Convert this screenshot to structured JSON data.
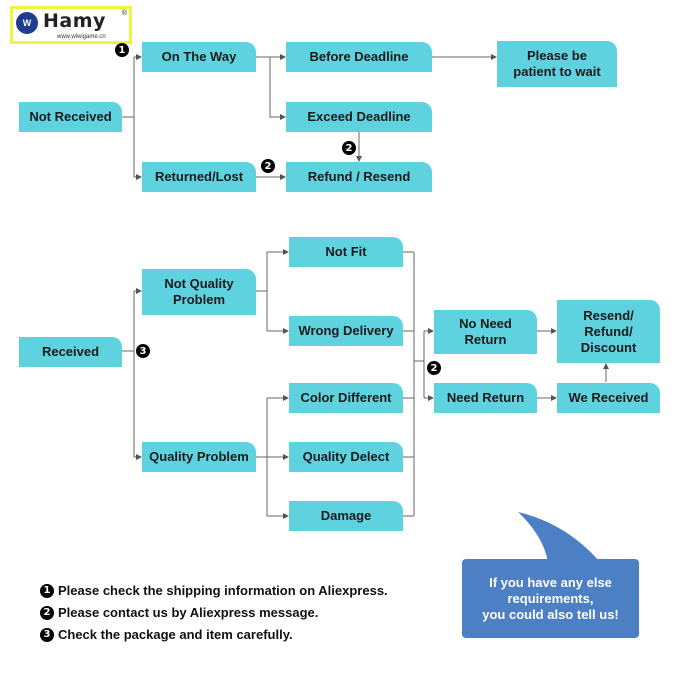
{
  "brand": {
    "name": "Hamy",
    "registered": "®",
    "url": "www.wiwigame.cn",
    "mark": "W"
  },
  "nodes": {
    "not_received": "Not Received",
    "on_the_way": "On The Way",
    "before_deadline": "Before Deadline",
    "be_patient": "Please be\npatient to wait",
    "exceed_deadline": "Exceed Deadline",
    "returned_lost": "Returned/Lost",
    "refund_resend": "Refund / Resend",
    "received": "Received",
    "not_quality_problem": "Not Quality\nProblem",
    "quality_problem": "Quality Problem",
    "not_fit": "Not Fit",
    "wrong_delivery": "Wrong Delivery",
    "color_different": "Color Different",
    "quality_defect": "Quality Delect",
    "damage": "Damage",
    "no_need_return": "No Need\nReturn",
    "need_return": "Need Return",
    "we_received": "We Received",
    "resend_refund_discount": "Resend/\nRefund/\nDiscount"
  },
  "badges": {
    "one": "1",
    "two": "2",
    "three": "3"
  },
  "legend": [
    {
      "num": "1",
      "text": "Please check the shipping information on Aliexpress."
    },
    {
      "num": "2",
      "text": "Please contact us by Aliexpress message."
    },
    {
      "num": "3",
      "text": "Check the package and item carefully."
    }
  ],
  "bubble": {
    "text": "If you have any else\nrequirements,\nyou could also tell us!"
  },
  "colors": {
    "box": "#5fd2df",
    "line": "#555555",
    "bubble": "#4c7fc4",
    "logo_border": "#eef53a"
  }
}
